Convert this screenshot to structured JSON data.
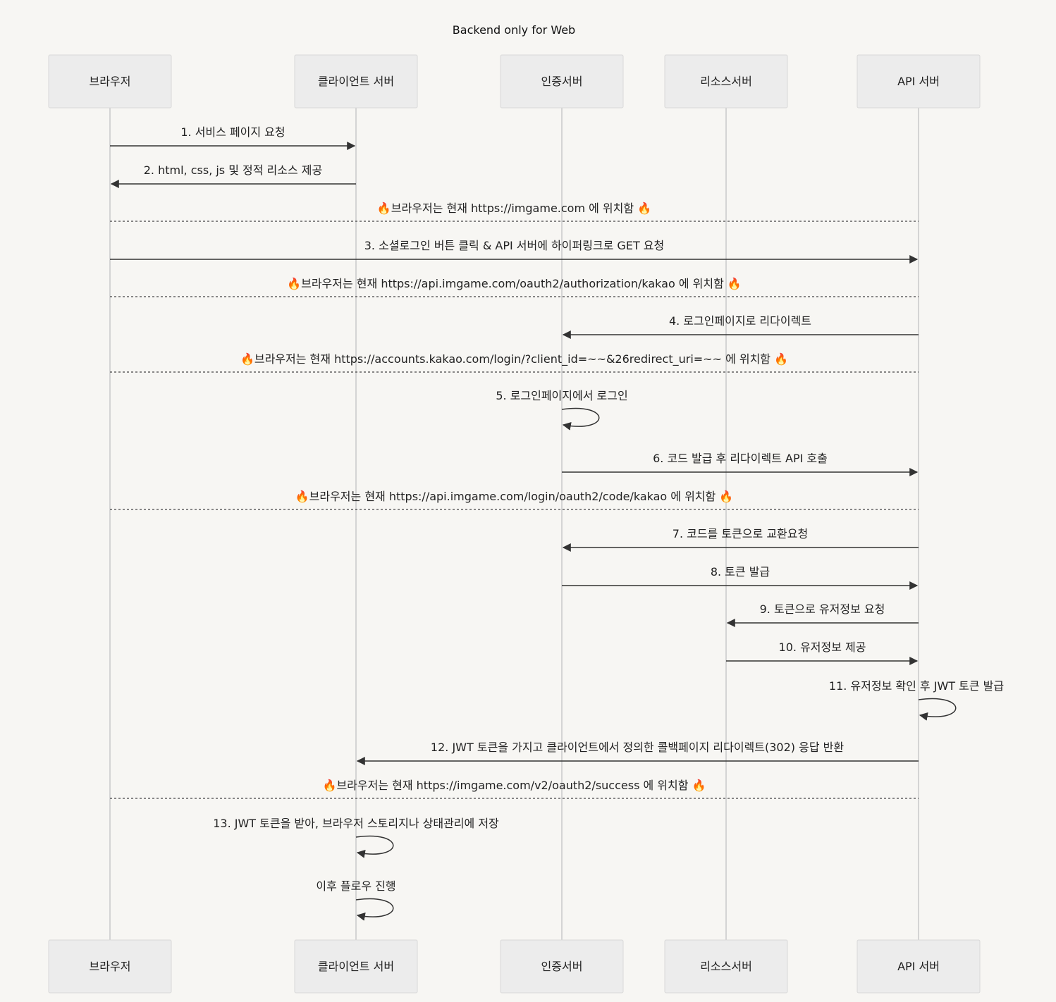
{
  "title": "Backend only for Web",
  "actors": [
    {
      "id": "browser",
      "label": "브라우저"
    },
    {
      "id": "client",
      "label": "클라이언트 서버"
    },
    {
      "id": "auth",
      "label": "인증서버"
    },
    {
      "id": "resource",
      "label": "리소스서버"
    },
    {
      "id": "api",
      "label": "API 서버"
    }
  ],
  "messages": [
    {
      "kind": "arrow",
      "from": "browser",
      "to": "client",
      "label": "1. 서비스 페이지 요청"
    },
    {
      "kind": "arrow",
      "from": "client",
      "to": "browser",
      "label": "2. html, css, js 및 정적 리소스 제공"
    },
    {
      "kind": "note",
      "from": "browser",
      "to": "api",
      "label": "🔥브라우저는 현재 https://imgame.com 에 위치함 🔥"
    },
    {
      "kind": "arrow",
      "from": "browser",
      "to": "api",
      "label": "3. 소셜로그인 버튼 클릭 & API 서버에 하이퍼링크로 GET 요청"
    },
    {
      "kind": "note",
      "from": "browser",
      "to": "api",
      "label": "🔥브라우저는 현재 https://api.imgame.com/oauth2/authorization/kakao 에 위치함 🔥"
    },
    {
      "kind": "arrow",
      "from": "api",
      "to": "auth",
      "label": "4. 로그인페이지로 리다이렉트"
    },
    {
      "kind": "note",
      "from": "browser",
      "to": "api",
      "label": "🔥브라우저는 현재 https://accounts.kakao.com/login/?client_id=~~&26redirect_uri=~~ 에 위치함 🔥"
    },
    {
      "kind": "self",
      "from": "auth",
      "to": "auth",
      "label": "5. 로그인페이지에서 로그인"
    },
    {
      "kind": "arrow",
      "from": "auth",
      "to": "api",
      "label": "6. 코드 발급 후 리다이렉트 API 호출"
    },
    {
      "kind": "note",
      "from": "browser",
      "to": "api",
      "label": "🔥브라우저는 현재 https://api.imgame.com/login/oauth2/code/kakao 에 위치함 🔥"
    },
    {
      "kind": "arrow",
      "from": "api",
      "to": "auth",
      "label": "7. 코드를 토큰으로 교환요청"
    },
    {
      "kind": "arrow",
      "from": "auth",
      "to": "api",
      "label": "8. 토큰 발급"
    },
    {
      "kind": "arrow",
      "from": "api",
      "to": "resource",
      "label": "9. 토큰으로 유저정보 요청"
    },
    {
      "kind": "arrow",
      "from": "resource",
      "to": "api",
      "label": "10. 유저정보 제공"
    },
    {
      "kind": "self",
      "from": "api",
      "to": "api",
      "label": "11. 유저정보 확인 후 JWT 토큰 발급"
    },
    {
      "kind": "arrow",
      "from": "api",
      "to": "client",
      "label": "12. JWT 토큰을 가지고 클라이언트에서 정의한 콜백페이지 리다이렉트(302) 응답 반환"
    },
    {
      "kind": "note",
      "from": "browser",
      "to": "api",
      "label": "🔥브라우저는 현재 https://imgame.com/v2/oauth2/success 에 위치함 🔥"
    },
    {
      "kind": "self",
      "from": "client",
      "to": "client",
      "label": "13. JWT 토큰을 받아, 브라우저 스토리지나 상태관리에 저장"
    },
    {
      "kind": "self",
      "from": "client",
      "to": "client",
      "label": "이후 플로우 진행"
    }
  ]
}
